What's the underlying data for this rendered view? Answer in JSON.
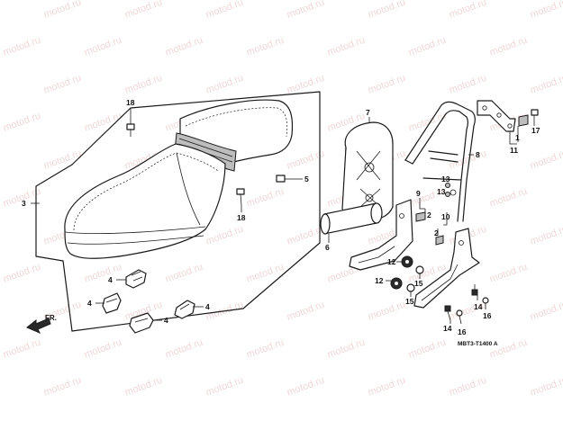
{
  "watermark": "motod.ru",
  "diagram_code": "MBT3-T1400 A",
  "direction_label": "FR.",
  "labels": {
    "l1": "1",
    "l2a": "2",
    "l2b": "2",
    "l3": "3",
    "l4a": "4",
    "l4b": "4",
    "l4c": "4",
    "l4d": "4",
    "l5": "5",
    "l6": "6",
    "l7": "7",
    "l8": "8",
    "l9": "9",
    "l10": "10",
    "l11": "11",
    "l12a": "12",
    "l12b": "12",
    "l13a": "13",
    "l13b": "13",
    "l14a": "14",
    "l14b": "14",
    "l15a": "15",
    "l15b": "15",
    "l16a": "16",
    "l16b": "16",
    "l17": "17",
    "l18a": "18",
    "l18b": "18"
  }
}
